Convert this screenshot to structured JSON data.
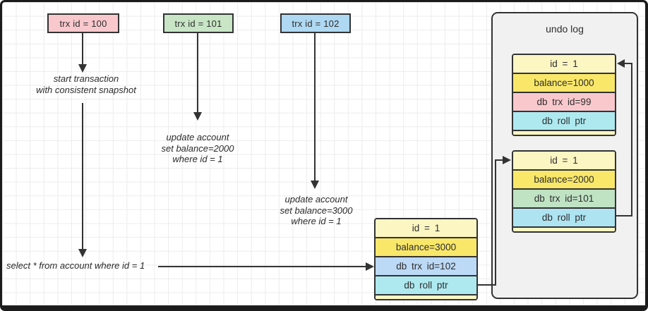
{
  "frame": {
    "border_color": "#1b1b1b",
    "grid_color": "#ececec",
    "background": "#ffffff",
    "line_color": "#333333"
  },
  "transactions": [
    {
      "label": "trx id = 100",
      "fill": "#f9c8cd"
    },
    {
      "label": "trx id = 101",
      "fill": "#c8e6c6"
    },
    {
      "label": "trx id = 102",
      "fill": "#afd8f2"
    }
  ],
  "annotations": {
    "start_snapshot": "start transaction\nwith consistent snapshot",
    "update_2000": "update account\nset balance=2000\nwhere id = 1",
    "update_3000": "update account\nset balance=3000\nwhere id = 1",
    "select_query": "select * from account where id = 1"
  },
  "record": {
    "rows": [
      {
        "label": "id = 1",
        "fill": "#fcf6c3"
      },
      {
        "label": "balance=3000",
        "fill": "#f9e76a"
      },
      {
        "label": "db trx id=102",
        "fill": "#bcd9f5"
      },
      {
        "label": "db roll ptr",
        "fill": "#aee9f0"
      }
    ]
  },
  "undo_log": {
    "title": "undo log",
    "panel_fill": "#f1f1f1",
    "versions": [
      {
        "rows": [
          {
            "label": "id = 1",
            "fill": "#fcf6c3"
          },
          {
            "label": "balance=1000",
            "fill": "#f9e76a"
          },
          {
            "label": "db trx id=99",
            "fill": "#f9c8cd"
          },
          {
            "label": "db roll ptr",
            "fill": "#aee9f0"
          }
        ]
      },
      {
        "rows": [
          {
            "label": "id = 1",
            "fill": "#fcf6c3"
          },
          {
            "label": "balance=2000",
            "fill": "#f9e76a"
          },
          {
            "label": "db trx id=101",
            "fill": "#c0e3c4"
          },
          {
            "label": "db roll ptr",
            "fill": "#aee4f2"
          }
        ]
      }
    ]
  }
}
